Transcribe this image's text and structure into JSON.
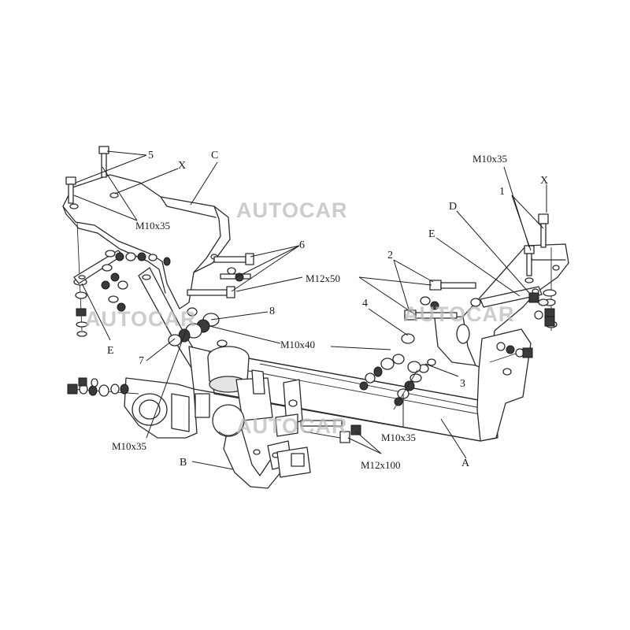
{
  "watermarks": [
    "AUTOCAR",
    "AUTOCAR",
    "AUTOCAR",
    "AUTOCAR"
  ],
  "labels": {
    "label_5": "5",
    "label_x_left": "X",
    "label_c": "C",
    "label_m10x35_top_left": "M10x35",
    "label_6": "6",
    "label_m12x50": "M12x50",
    "label_8": "8",
    "label_e_left": "E",
    "label_7": "7",
    "label_m10x40": "M10x40",
    "label_m10x35_bottom_left": "M10x35",
    "label_b": "B",
    "label_m10x35_top_right": "M10x35",
    "label_x_right": "X",
    "label_1": "1",
    "label_d": "D",
    "label_e_right": "E",
    "label_2": "2",
    "label_4": "4",
    "label_3": "3",
    "label_m10x35_mid_right": "M10x35",
    "label_a": "A",
    "label_m12x100": "M12x100"
  }
}
